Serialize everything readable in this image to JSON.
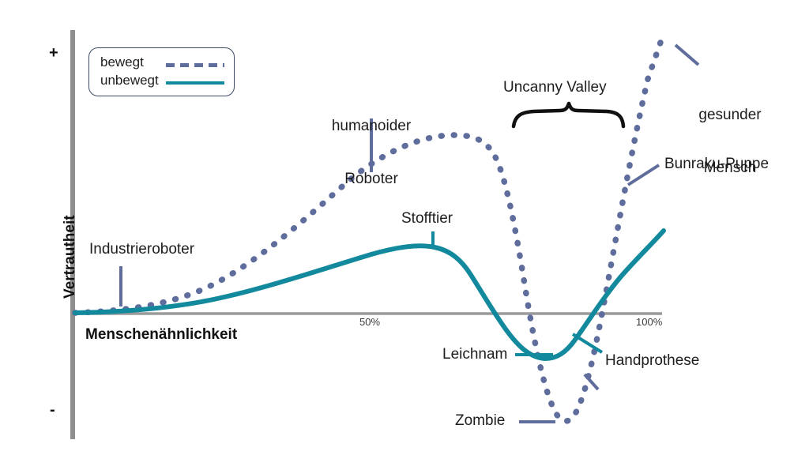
{
  "figure": {
    "axes": {
      "y_label": "Vertrautheit",
      "x_label": "Menschenähnlichkeit",
      "y_top_sign": "+",
      "y_bottom_sign": "-",
      "x_ticks": [
        "50%",
        "100%"
      ]
    },
    "legend": {
      "items": [
        {
          "label": "bewegt",
          "style": "dashed",
          "color": "#5f6d9c"
        },
        {
          "label": "unbewegt",
          "style": "solid",
          "color": "#12899d"
        }
      ]
    },
    "annotations": {
      "industrieroboter": "Industrieroboter",
      "humanoider_roboter_line1": "humanoider",
      "humanoider_roboter_line2": "Roboter",
      "stofftier": "Stofftier",
      "uncanny_valley": "Uncanny Valley",
      "gesunder_mensch_line1": "gesunder",
      "gesunder_mensch_line2": "Mensch",
      "bunraku_puppe": "Bunraku-Puppe",
      "leichnam": "Leichnam",
      "handprothese": "Handprothese",
      "zombie": "Zombie"
    },
    "colors": {
      "moving_curve": "#5f6d9c",
      "still_curve": "#12899d",
      "axis": "#8f8f8f",
      "brace": "#000000",
      "text": "#1d1d1d"
    }
  },
  "chart_data": {
    "type": "line",
    "title": "Uncanny Valley",
    "xlabel": "Menschenähnlichkeit",
    "ylabel": "Vertrautheit",
    "xlim": [
      0,
      110
    ],
    "ylim": [
      -1,
      1
    ],
    "grid": false,
    "legend_position": "top-left",
    "x_tick_values": [
      50,
      100
    ],
    "x_tick_labels": [
      "50%",
      "100%"
    ],
    "y_tick_labels": [
      "+",
      "-"
    ],
    "series": [
      {
        "name": "bewegt",
        "style": "dashed",
        "color": "#5f6d9c",
        "x": [
          0,
          5,
          12,
          20,
          28,
          36,
          44,
          52,
          58,
          63,
          67,
          70,
          73,
          76,
          79,
          82,
          85,
          88,
          91,
          94,
          97,
          100,
          103,
          106
        ],
        "y": [
          0.0,
          0.01,
          0.05,
          0.14,
          0.27,
          0.41,
          0.54,
          0.62,
          0.64,
          0.63,
          0.58,
          0.45,
          0.22,
          -0.08,
          -0.38,
          -0.63,
          -0.79,
          -0.86,
          -0.82,
          -0.55,
          -0.12,
          0.33,
          0.72,
          1.0
        ]
      },
      {
        "name": "unbewegt",
        "style": "solid",
        "color": "#12899d",
        "x": [
          0,
          5,
          12,
          20,
          28,
          36,
          44,
          52,
          58,
          63,
          67,
          70,
          73,
          76,
          79,
          82,
          85,
          88,
          91,
          94,
          97,
          100,
          103,
          106
        ],
        "y": [
          0.0,
          0.01,
          0.03,
          0.07,
          0.13,
          0.19,
          0.24,
          0.26,
          0.25,
          0.22,
          0.17,
          0.1,
          0.02,
          -0.08,
          -0.17,
          -0.23,
          -0.25,
          -0.24,
          -0.18,
          -0.09,
          0.01,
          0.11,
          0.19,
          0.25
        ]
      }
    ],
    "annotations": [
      {
        "text": "Industrieroboter",
        "points_to_x": 9,
        "points_to_y": 0.02
      },
      {
        "text": "humanoider Roboter",
        "points_to_x": 45,
        "points_to_y": 0.55
      },
      {
        "text": "Stofftier",
        "points_to_x": 53,
        "points_to_y": 0.26
      },
      {
        "text": "Uncanny Valley",
        "points_to_x": 83,
        "points_to_y": 0.8
      },
      {
        "text": "gesunder Mensch",
        "points_to_x": 106,
        "points_to_y": 1.0
      },
      {
        "text": "Bunraku-Puppe",
        "points_to_x": 98,
        "points_to_y": 0.18
      },
      {
        "text": "Leichnam",
        "points_to_x": 85,
        "points_to_y": -0.25
      },
      {
        "text": "Handprothese",
        "points_to_x": 88,
        "points_to_y": -0.22
      },
      {
        "text": "Zombie",
        "points_to_x": 88,
        "points_to_y": -0.86
      }
    ]
  }
}
